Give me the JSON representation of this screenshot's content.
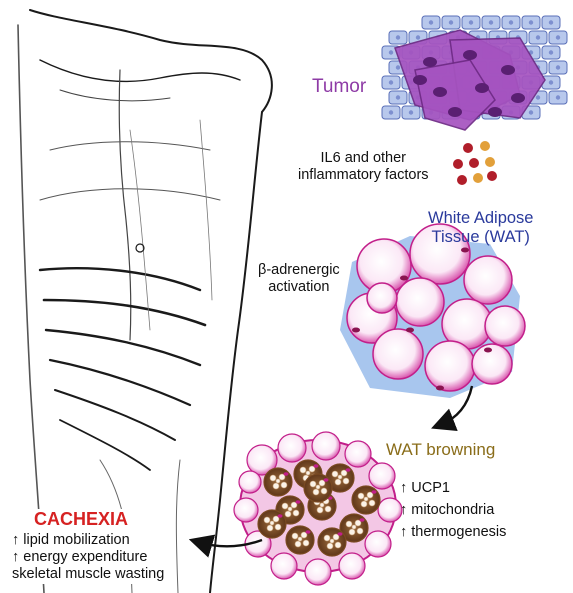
{
  "tumor": {
    "label": "Tumor",
    "cell_color": "#b8c8ec",
    "tumor_color": "#a553c0"
  },
  "inflammatory": {
    "line1": "IL6 and other",
    "line2": "inflammatory factors",
    "dot_colors": [
      "#b01e2a",
      "#e2a03a"
    ]
  },
  "wat": {
    "title_line1": "White Adipose",
    "title_line2": "Tissue (WAT)",
    "bg_color": "#a8c6ee",
    "cell_rim": "#c21f8a"
  },
  "beta": {
    "line1": "β-adrenergic",
    "line2": "activation"
  },
  "browning": {
    "label": "WAT browning",
    "effects": [
      "↑ UCP1",
      "↑ mitochondria",
      "↑ thermogenesis"
    ],
    "mito_color": "#7a4a22"
  },
  "cachexia": {
    "title": "CACHEXIA",
    "effects": [
      "↑ lipid mobilization",
      "↑ energy expenditure",
      "skeletal muscle wasting"
    ],
    "title_color": "#d62222"
  }
}
